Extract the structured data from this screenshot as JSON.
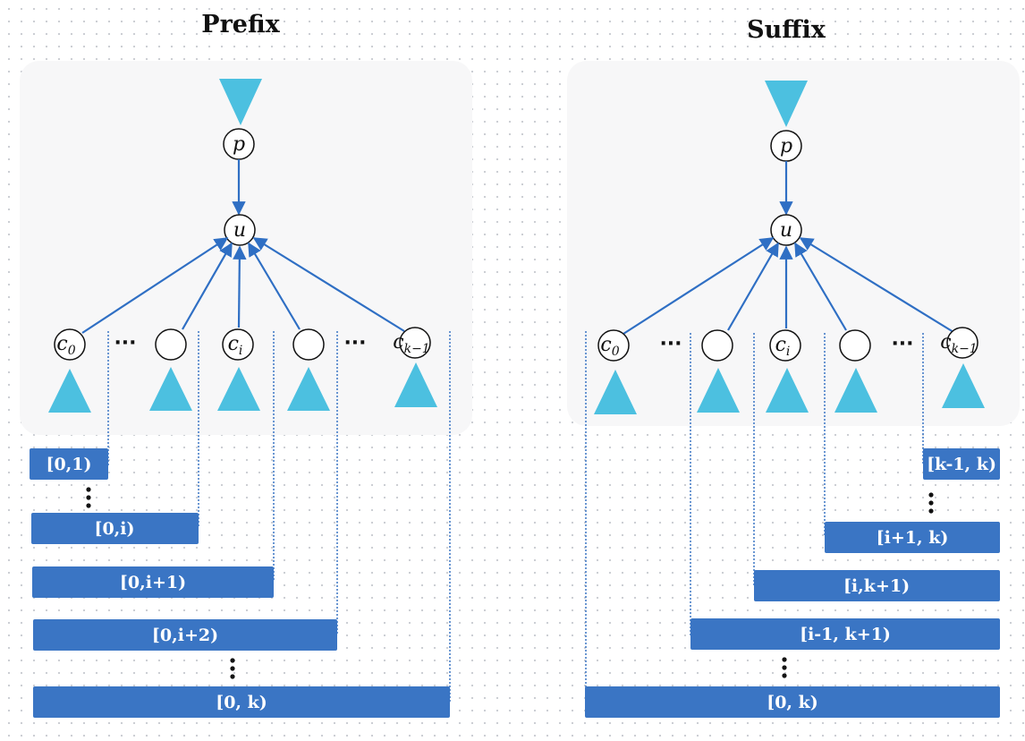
{
  "prefix": {
    "title": "Prefix",
    "nodes": {
      "p": "p",
      "u": "u",
      "c0": "c",
      "c0_sub": "0",
      "ci": "c",
      "ci_sub": "i",
      "ck": "c",
      "ck_sub": "k−1"
    },
    "ellipsis": "···",
    "ranges": [
      "[0,1)",
      "[0,i)",
      "[0,i+1)",
      "[0,i+2)",
      "[0, k)"
    ]
  },
  "suffix": {
    "title": "Suffix",
    "nodes": {
      "p": "p",
      "u": "u",
      "c0": "c",
      "c0_sub": "0",
      "ci": "c",
      "ci_sub": "i",
      "ck": "c",
      "ck_sub": "k−1"
    },
    "ellipsis": "···",
    "ranges": [
      "[k-1, k)",
      "[i+1, k)",
      "[i,k+1)",
      "[i-1, k+1)",
      "[0, k)"
    ]
  },
  "colors": {
    "triangle": "#4cc0e0",
    "arrow": "#2f6fc4",
    "bar": "#3a75c4",
    "panel": "#f7f7f8"
  }
}
